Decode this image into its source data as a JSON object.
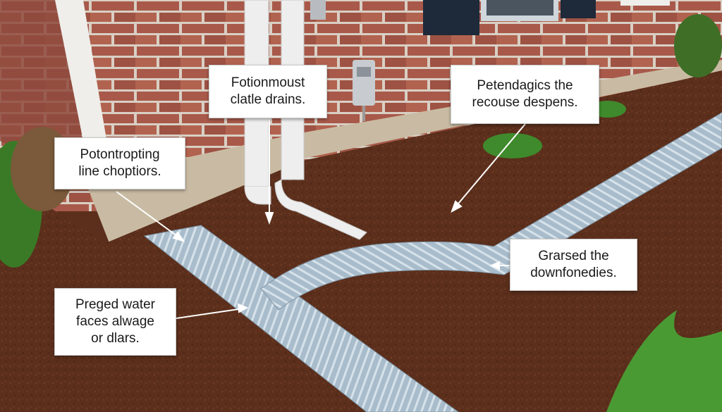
{
  "callouts": {
    "top_center": {
      "lines": [
        "Fotionmoust",
        "clatle drains."
      ]
    },
    "top_right": {
      "lines": [
        "Petendagics the",
        "recouse despens."
      ]
    },
    "left": {
      "lines": [
        "Potontropting",
        "line choptiors."
      ]
    },
    "right": {
      "lines": [
        "Grarsed the",
        "downfonedies."
      ]
    },
    "bottom_left": {
      "lines": [
        "Preged water",
        "faces alwage",
        "or dlars."
      ]
    }
  },
  "colors": {
    "soil": "#5b2f1c",
    "brick": "#a8594a",
    "mortar": "#d9cfc4",
    "foundation": "#c9bba3",
    "pipe": "#a9bccb",
    "downspout": "#eeeeee",
    "shutter": "#1e2a3a",
    "plant": "#3f8a2c"
  }
}
